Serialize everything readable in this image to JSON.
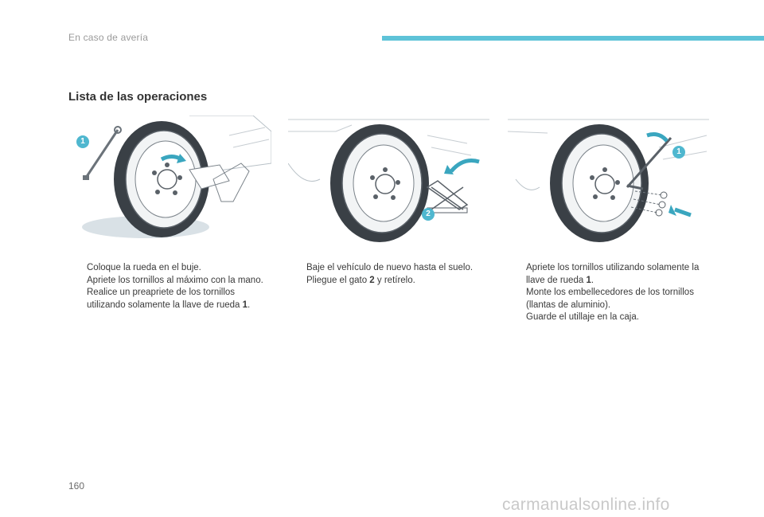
{
  "header": {
    "section": "En caso de avería",
    "bar_color": "#5ec3d8"
  },
  "heading": "Lista de las operaciones",
  "callouts": {
    "one": "1",
    "two": "2"
  },
  "columns": [
    {
      "items": [
        {
          "bullet": "",
          "text": "Coloque la rueda en el buje."
        },
        {
          "bullet": "",
          "text": "Apriete los tornillos al máximo con la mano."
        },
        {
          "bullet": "",
          "text": "Realice un preapriete de los tornillos utilizando solamente la llave de rueda ",
          "bold": "1",
          "suffix": "."
        }
      ]
    },
    {
      "items": [
        {
          "bullet": "",
          "text": "Baje el vehículo de nuevo hasta el suelo."
        },
        {
          "bullet": "",
          "text": "Pliegue el gato ",
          "bold": "2",
          "suffix": " y retírelo."
        }
      ]
    },
    {
      "items": [
        {
          "bullet": "",
          "text": "Apriete los tornillos utilizando solamente la llave de rueda ",
          "bold": "1",
          "suffix": "."
        },
        {
          "bullet": "",
          "text": "Monte los embellecedores de los tornillos (llantas de aluminio)."
        },
        {
          "bullet": "",
          "text": "Guarde el utillaje en la caja."
        }
      ]
    }
  ],
  "page_number": "160",
  "watermark": "carmanualsonline.info",
  "colors": {
    "callout": "#4fb7cf",
    "arrow": "#3aa6bf"
  }
}
